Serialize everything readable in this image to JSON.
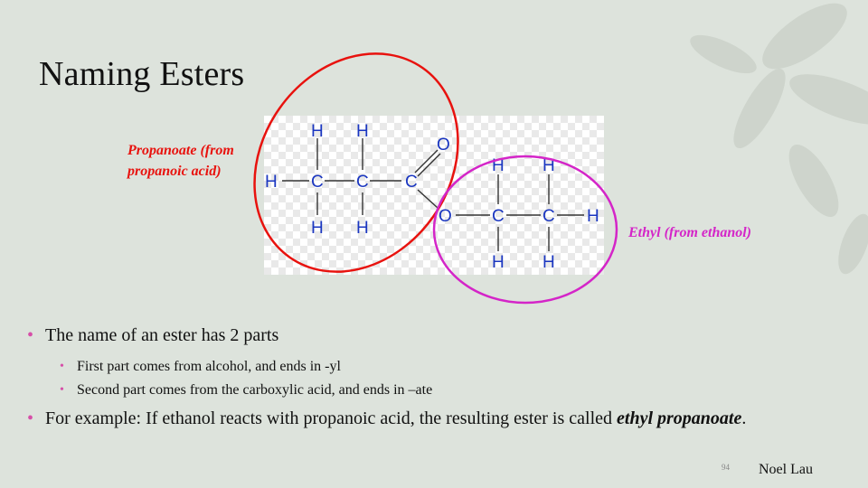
{
  "slide": {
    "title": "Naming Esters",
    "label_acid": "Propanoate (from propanoic acid)",
    "label_alcohol": "Ethyl (from ethanol)",
    "bullets": {
      "b1": "The name of an ester has 2 parts",
      "b1_sub1": "First part comes from alcohol, and ends in -yl",
      "b1_sub2": "Second part comes from the carboxylic acid, and ends in –ate",
      "b2_text": "For example: If ethanol reacts with propanoic acid, the resulting ester is called ",
      "b2_emph": "ethyl propanoate",
      "b2_end": "."
    },
    "page_number": "94",
    "author": "Noel Lau"
  },
  "molecule_atoms": {
    "H": "H",
    "C": "C",
    "O": "O"
  },
  "colors": {
    "acid_ellipse": "#e8120e",
    "alcohol_ellipse": "#d425c8",
    "atom_text": "#1a36c0",
    "bullet_dot": "#d64fa8",
    "background": "#dde3dc"
  }
}
